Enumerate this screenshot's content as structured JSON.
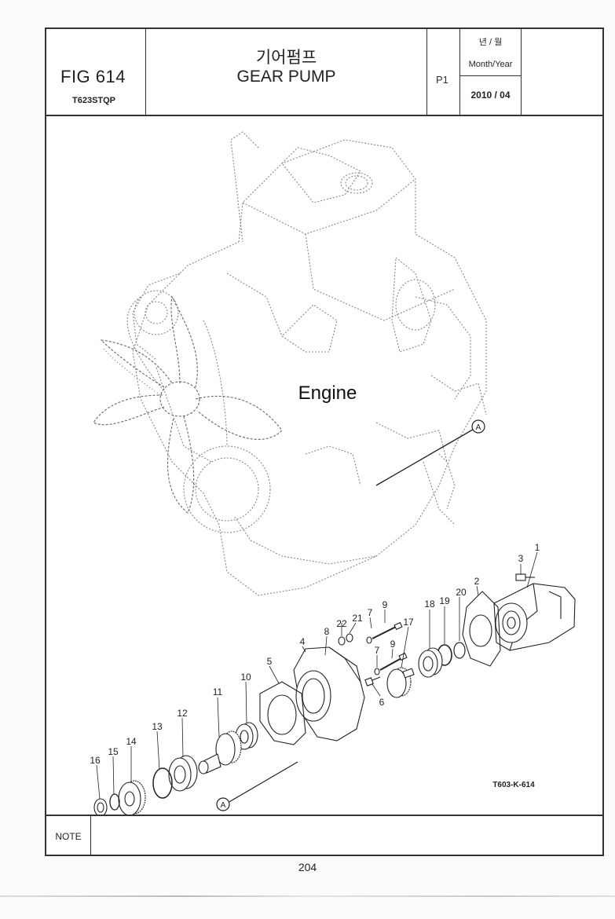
{
  "header": {
    "fig_no": "FIG 614",
    "fig_code": "T623STQP",
    "title_ko": "기어펌프",
    "title_en": "GEAR PUMP",
    "page": "P1",
    "date_label_ko": "년 / 월",
    "date_label_en": "Month/Year",
    "date_value": "2010 / 04"
  },
  "drawing": {
    "engine_label": "Engine",
    "ref_marker": "A",
    "drawing_code": "T603-K-614",
    "callouts": {
      "c1": "1",
      "c2": "2",
      "c3": "3",
      "c4": "4",
      "c5": "5",
      "c6": "6",
      "c7a": "7",
      "c7b": "7",
      "c8": "8",
      "c9a": "9",
      "c9b": "9",
      "c10": "10",
      "c11": "11",
      "c12": "12",
      "c13": "13",
      "c14": "14",
      "c15": "15",
      "c16": "16",
      "c17": "17",
      "c18": "18",
      "c19": "19",
      "c20": "20",
      "c21": "21",
      "c22": "22"
    }
  },
  "note": {
    "label": "NOTE"
  },
  "footer": {
    "page_number": "204"
  }
}
